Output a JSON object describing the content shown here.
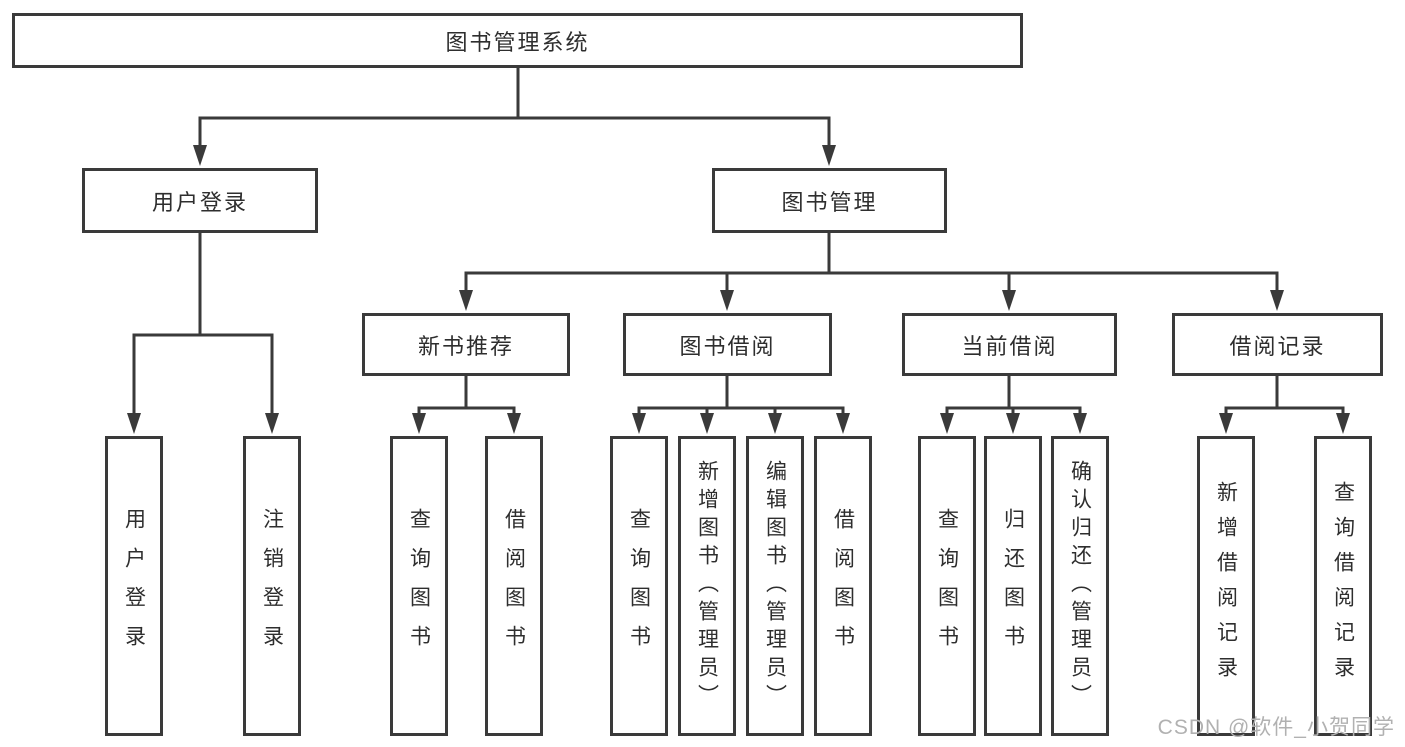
{
  "diagram": {
    "root": {
      "label": "图书管理系统"
    },
    "branches": [
      {
        "label": "用户登录",
        "leaves": [
          "用户登录",
          "注销登录"
        ]
      },
      {
        "label": "图书管理",
        "sections": [
          {
            "label": "新书推荐",
            "leaves": [
              "查询图书",
              "借阅图书"
            ]
          },
          {
            "label": "图书借阅",
            "leaves": [
              "查询图书",
              "新增图书（管理员）",
              "编辑图书（管理员）",
              "借阅图书"
            ]
          },
          {
            "label": "当前借阅",
            "leaves": [
              "查询图书",
              "归还图书",
              "确认归还（管理员）"
            ]
          },
          {
            "label": "借阅记录",
            "leaves": [
              "新增借阅记录",
              "查询借阅记录"
            ]
          }
        ]
      }
    ]
  },
  "watermark": {
    "text": "CSDN @软件_小贺同学"
  },
  "colors": {
    "line": "#3a3a3a",
    "box_background": "#ffffff",
    "text": "#2e2e2e",
    "watermark_text": "#b1b1b1"
  }
}
